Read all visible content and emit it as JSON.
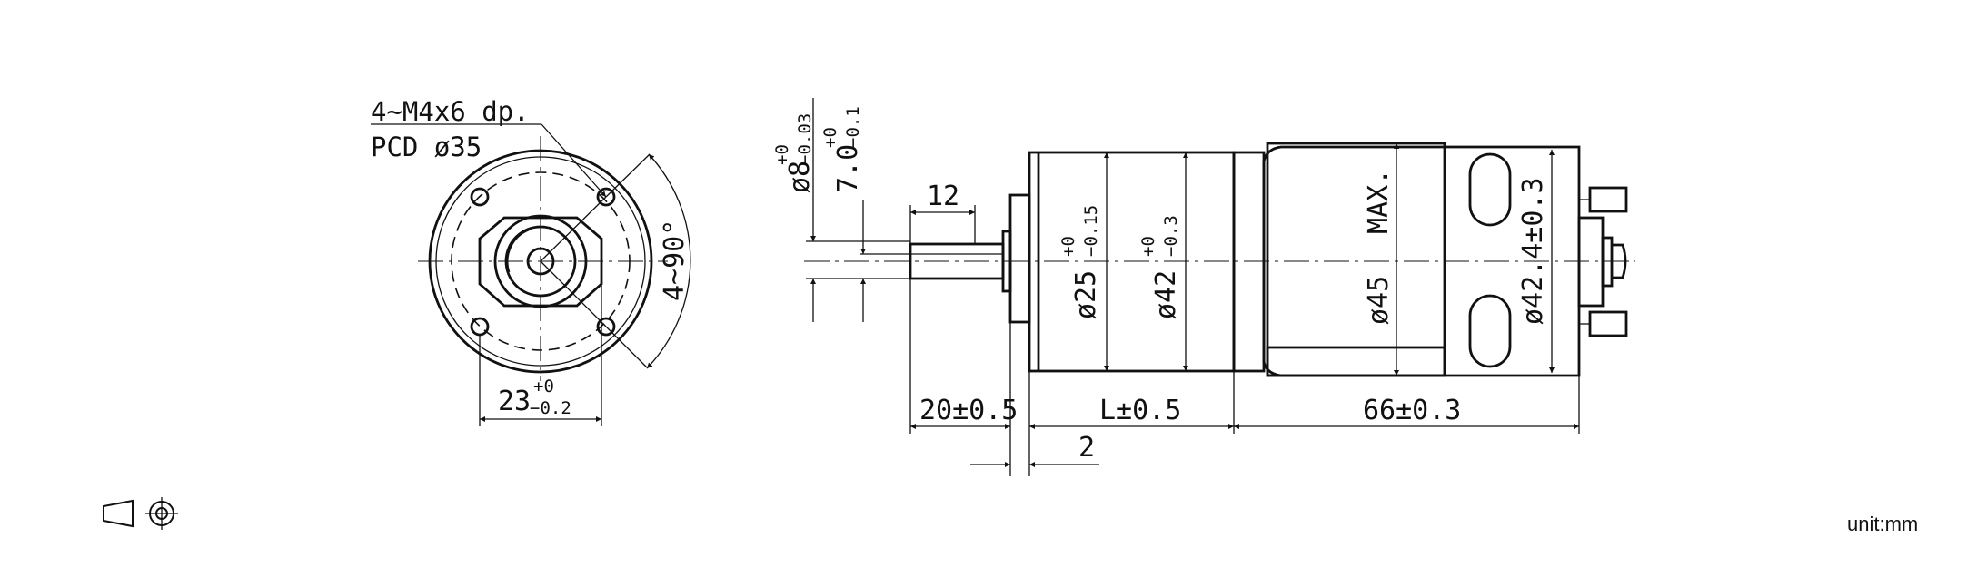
{
  "front_view": {
    "hole_note_line1": "4~M4x6 dp.",
    "hole_note_line2": "PCD ø35",
    "angle": "4~90°",
    "width_base": "23",
    "width_upper": "+0",
    "width_lower": "−0.2"
  },
  "side_view": {
    "shaft_length": "12",
    "shaft_dia_base": "ø8",
    "shaft_dia_upper": "+0",
    "shaft_dia_lower": "−0.03",
    "flat_base": "7.0",
    "flat_upper": "+0",
    "flat_lower": "−0.1",
    "boss_dia_base": "ø25",
    "boss_dia_upper": "+0",
    "boss_dia_lower": "−0.15",
    "gear_dia_base": "ø42",
    "gear_dia_upper": "+0",
    "gear_dia_lower": "−0.3",
    "motor_max_label": "MAX.",
    "motor_dia": "ø45",
    "motor_end_dia": "ø42.4±0.3",
    "shaft_ext": "20±0.5",
    "gear_length": "L±0.5",
    "motor_length": "66±0.3",
    "flange_thickness": "2"
  },
  "projection_symbol": "first-angle-projection-icon",
  "unit": "unit:mm"
}
